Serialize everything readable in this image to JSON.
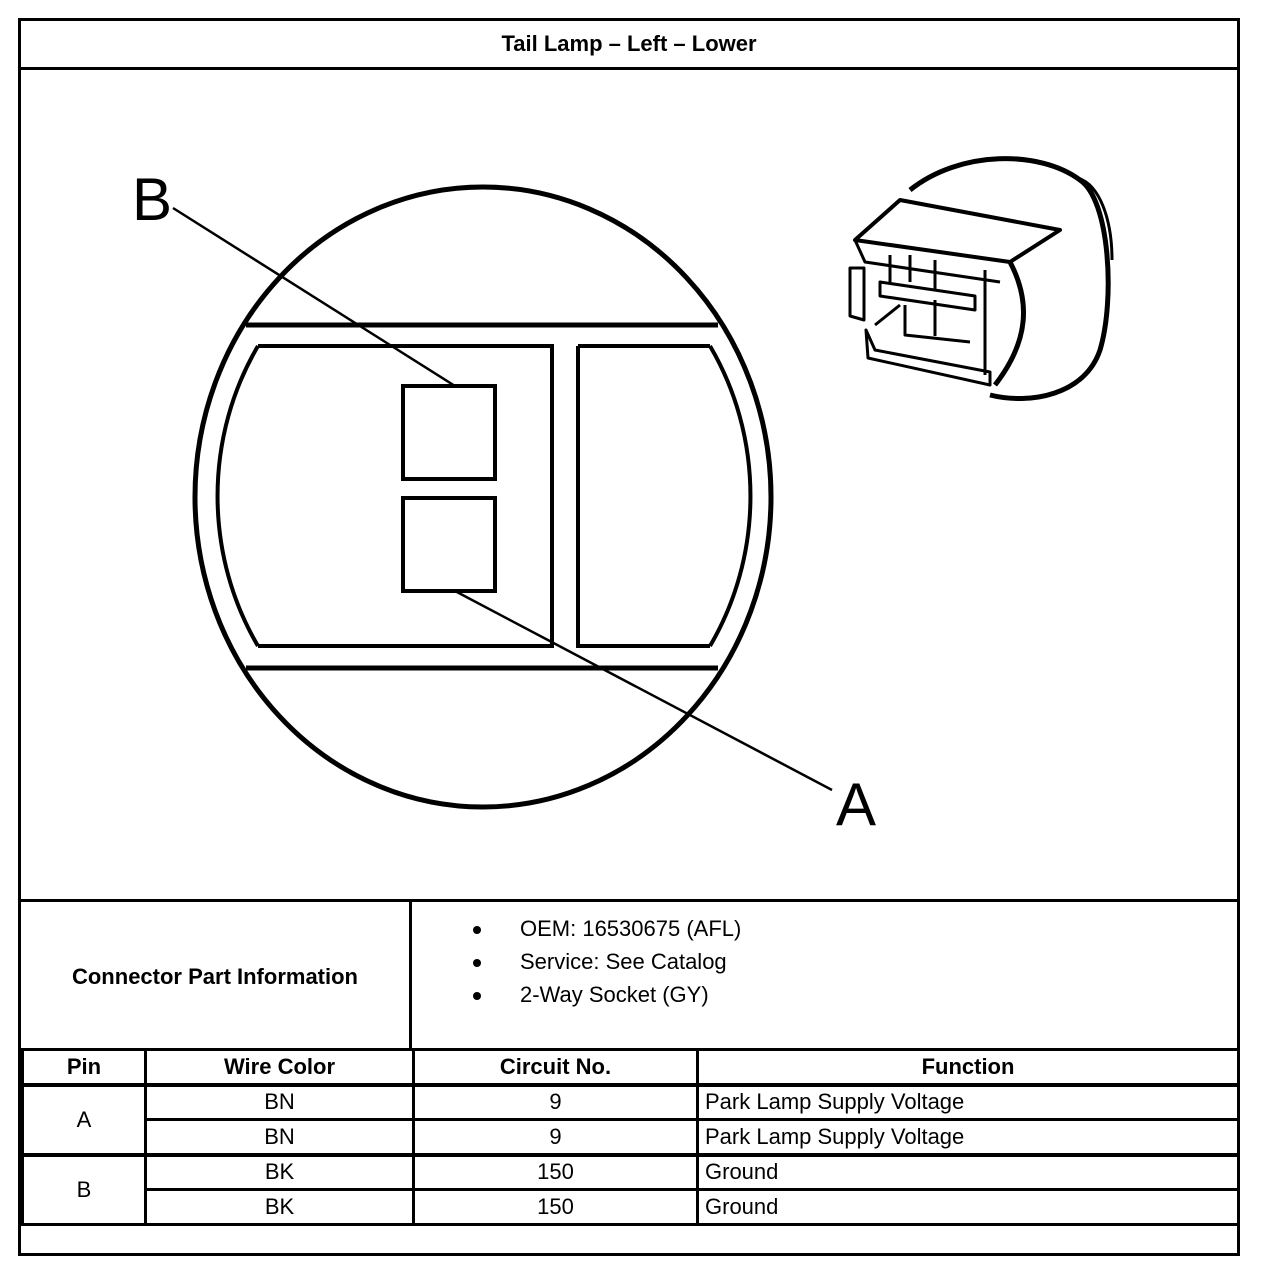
{
  "title": "Tail Lamp – Left – Lower",
  "figure": {
    "callout_b": "B",
    "callout_a": "A"
  },
  "connector_info": {
    "label": "Connector Part Information",
    "items": [
      "OEM: 16530675 (AFL)",
      "Service: See Catalog",
      "2-Way Socket (GY)"
    ]
  },
  "pin_table": {
    "headers": [
      "Pin",
      "Wire Color",
      "Circuit No.",
      "Function"
    ],
    "groups": [
      {
        "pin": "A",
        "rows": [
          {
            "wire_color": "BN",
            "circuit": "9",
            "function": "Park Lamp Supply Voltage"
          },
          {
            "wire_color": "BN",
            "circuit": "9",
            "function": "Park Lamp Supply Voltage"
          }
        ]
      },
      {
        "pin": "B",
        "rows": [
          {
            "wire_color": "BK",
            "circuit": "150",
            "function": "Ground"
          },
          {
            "wire_color": "BK",
            "circuit": "150",
            "function": "Ground"
          }
        ]
      }
    ]
  }
}
